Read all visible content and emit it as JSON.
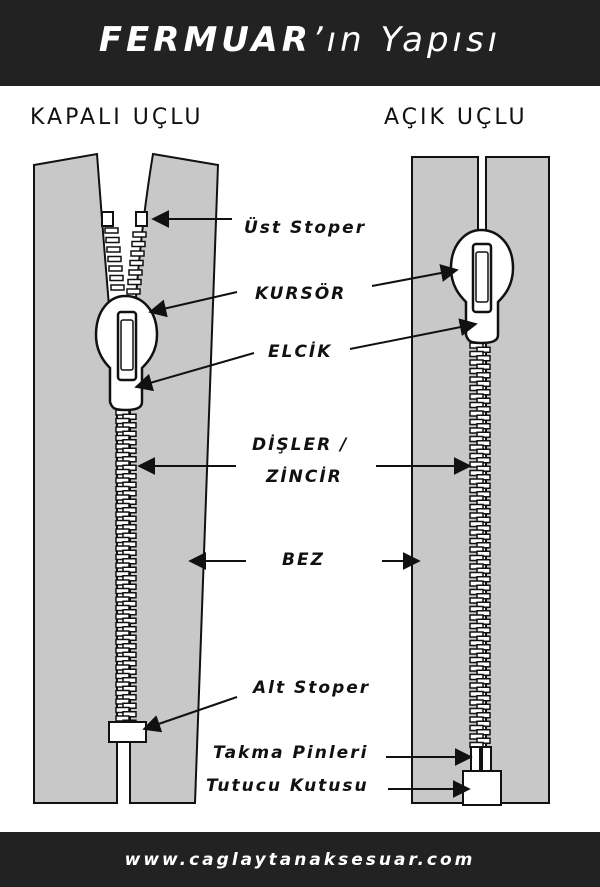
{
  "header": {
    "title_bold": "FERMUAR",
    "title_rest": "’ın Yapısı",
    "background": "#222222"
  },
  "sections": {
    "closed": "KAPALI UÇLU",
    "open": "AÇIK UÇLU"
  },
  "labels": {
    "top_stop": "Üst Stoper",
    "slider": "KURSÖR",
    "pull_tab": "ELCİK",
    "teeth_line1": "DİŞLER /",
    "teeth_line2": "ZİNCİR",
    "fabric": "BEZ",
    "bottom_stop": "Alt Stoper",
    "insertion_pins": "Takma Pinleri",
    "retainer_box": "Tutucu Kutusu"
  },
  "footer": {
    "url": "www.caglaytanaksesuar.com"
  },
  "colors": {
    "fabric": "#c8c8c8",
    "outline": "#111111",
    "metal": "#ffffff"
  }
}
